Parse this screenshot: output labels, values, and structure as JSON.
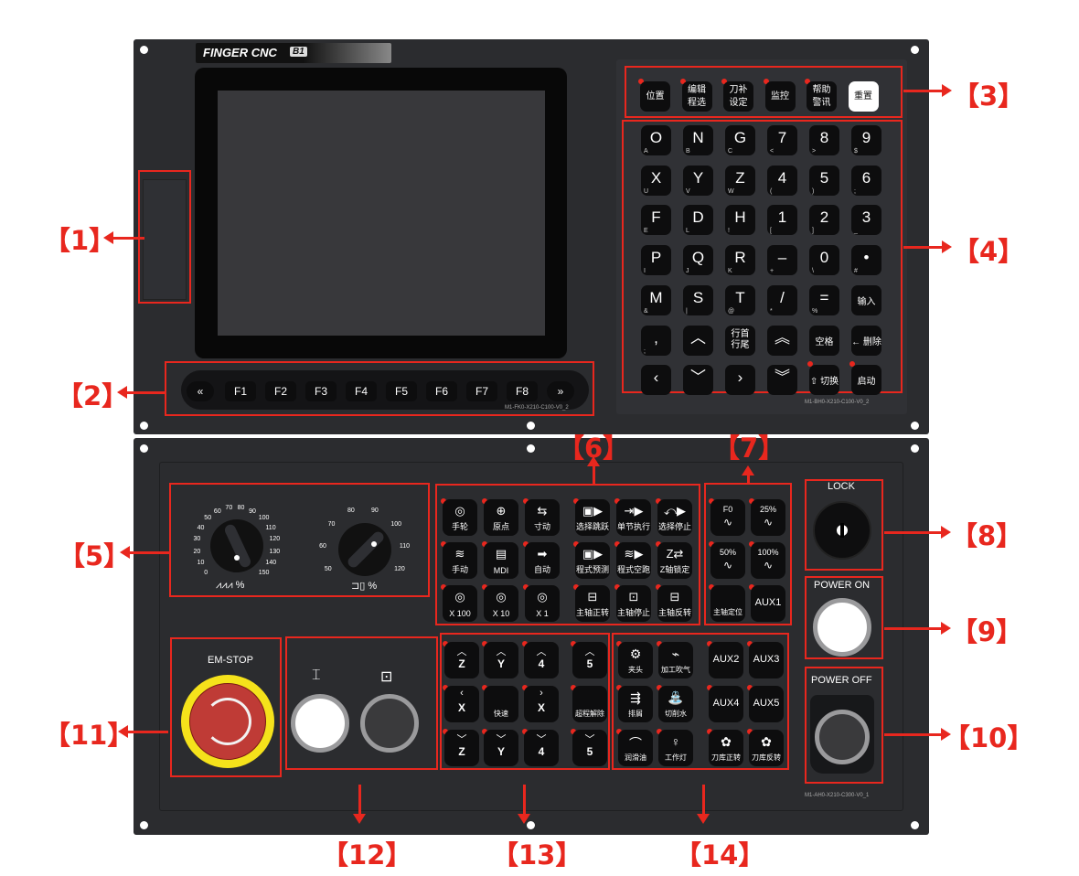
{
  "brand": {
    "name": "FINGER CNC",
    "model": "B1"
  },
  "callouts": [
    "【1】",
    "【2】",
    "【3】",
    "【4】",
    "【5】",
    "【6】",
    "【7】",
    "【8】",
    "【9】",
    "【10】",
    "【11】",
    "【12】",
    "【13】",
    "【14】"
  ],
  "softkeys": [
    "«",
    "F1",
    "F2",
    "F3",
    "F4",
    "F5",
    "F6",
    "F7",
    "F8",
    "»"
  ],
  "softkey_silk": "M1-FK0-X210-C100-V0_2",
  "mode_keys": [
    {
      "top": "位置",
      "bottom": ""
    },
    {
      "top": "编辑",
      "bottom": "程选"
    },
    {
      "top": "刀补",
      "bottom": "设定"
    },
    {
      "top": "监控",
      "bottom": ""
    },
    {
      "top": "帮助",
      "bottom": "警讯"
    },
    {
      "top": "重置",
      "bottom": ""
    }
  ],
  "keypad": [
    {
      "m": "O",
      "s": "A"
    },
    {
      "m": "N",
      "s": "B"
    },
    {
      "m": "G",
      "s": "C"
    },
    {
      "m": "7",
      "s": "<"
    },
    {
      "m": "8",
      "s": ">"
    },
    {
      "m": "9",
      "s": "$"
    },
    {
      "m": "X",
      "s": "U"
    },
    {
      "m": "Y",
      "s": "V"
    },
    {
      "m": "Z",
      "s": "W"
    },
    {
      "m": "4",
      "s": "("
    },
    {
      "m": "5",
      "s": ")"
    },
    {
      "m": "6",
      "s": ";"
    },
    {
      "m": "F",
      "s": "E"
    },
    {
      "m": "D",
      "s": "L"
    },
    {
      "m": "H",
      "s": "!"
    },
    {
      "m": "1",
      "s": "["
    },
    {
      "m": "2",
      "s": "]"
    },
    {
      "m": "3",
      "s": "_"
    },
    {
      "m": "P",
      "s": "I"
    },
    {
      "m": "Q",
      "s": "J"
    },
    {
      "m": "R",
      "s": "K"
    },
    {
      "m": "–",
      "s": "+"
    },
    {
      "m": "0",
      "s": "\\"
    },
    {
      "m": "•",
      "s": "#"
    },
    {
      "m": "M",
      "s": "&"
    },
    {
      "m": "S",
      "s": "|"
    },
    {
      "m": "T",
      "s": "@"
    },
    {
      "m": "/",
      "s": "*"
    },
    {
      "m": "=",
      "s": "%"
    },
    {
      "m": "输入",
      "s": ""
    },
    {
      "m": ",",
      "s": ";"
    },
    {
      "m": "︿",
      "s": ""
    },
    {
      "m": "行首\n行尾",
      "s": ""
    },
    {
      "m": "︽",
      "s": ""
    },
    {
      "m": "空格",
      "s": ""
    },
    {
      "m": "← 删除",
      "s": ""
    },
    {
      "m": "‹",
      "s": ""
    },
    {
      "m": "﹀",
      "s": ""
    },
    {
      "m": "›",
      "s": ""
    },
    {
      "m": "︾",
      "s": ""
    },
    {
      "m": "⇧ 切换",
      "s": ""
    },
    {
      "m": "启动",
      "s": ""
    }
  ],
  "keypad_silk": "M1-BH0-X210-C100-V0_2",
  "feed_dial": {
    "ticks": [
      "0",
      "10",
      "20",
      "30",
      "40",
      "50",
      "60",
      "70",
      "80",
      "90",
      "100",
      "110",
      "120",
      "130",
      "140",
      "150"
    ],
    "label": "%"
  },
  "spindle_dial": {
    "ticks": [
      "50",
      "60",
      "70",
      "80",
      "90",
      "100",
      "110",
      "120"
    ],
    "label": "%"
  },
  "mode_panel": [
    {
      "icon": "◎",
      "label": "手轮"
    },
    {
      "icon": "⊕",
      "label": "原点"
    },
    {
      "icon": "⇆",
      "label": "寸动"
    },
    {
      "icon": "▣▶",
      "label": "选择跳跃"
    },
    {
      "icon": "⇥▶",
      "label": "单节执行"
    },
    {
      "icon": "⤺▶",
      "label": "选择停止"
    },
    {
      "icon": "≋",
      "label": "手动"
    },
    {
      "icon": "▤",
      "label": "MDI"
    },
    {
      "icon": "➡",
      "label": "自动"
    },
    {
      "icon": "▣▶",
      "label": "程式预测"
    },
    {
      "icon": "≋▶",
      "label": "程式空跑"
    },
    {
      "icon": "Z⇄",
      "label": "Z轴锁定"
    },
    {
      "icon": "◎",
      "label": "X 100"
    },
    {
      "icon": "◎",
      "label": "X 10"
    },
    {
      "icon": "◎",
      "label": "X 1"
    },
    {
      "icon": "⊟",
      "label": "主轴正转"
    },
    {
      "icon": "⊡",
      "label": "主轴停止"
    },
    {
      "icon": "⊟",
      "label": "主轴反转"
    }
  ],
  "override_panel": [
    {
      "label": "F0"
    },
    {
      "label": "25%"
    },
    {
      "label": "50%"
    },
    {
      "label": "100%"
    },
    {
      "label": "主轴定位"
    },
    {
      "label": "AUX1"
    }
  ],
  "lock_label": "LOCK",
  "power_on_label": "POWER ON",
  "power_off_label": "POWER OFF",
  "power_silk": "M1-AH0-X210-C300-V0_1",
  "estop_label": "EM-STOP",
  "cycle_buttons": {
    "start_icon": "⌶",
    "hold_icon": "⊡"
  },
  "jog_keys": [
    {
      "icon": "Z",
      "dir": "up"
    },
    {
      "icon": "Y",
      "dir": "up"
    },
    {
      "icon": "4",
      "dir": "up"
    },
    {
      "icon": "5",
      "dir": "up"
    },
    {
      "icon": "X",
      "dir": "left"
    },
    {
      "icon": "快速",
      "dir": ""
    },
    {
      "icon": "X",
      "dir": "right"
    },
    {
      "icon": "超程解除",
      "dir": ""
    },
    {
      "icon": "Z",
      "dir": "down"
    },
    {
      "icon": "Y",
      "dir": "down"
    },
    {
      "icon": "4",
      "dir": "down"
    },
    {
      "icon": "5",
      "dir": "down"
    }
  ],
  "aux_keys": [
    {
      "label": "夹头"
    },
    {
      "label": "加工吹气"
    },
    {
      "label": "AUX2"
    },
    {
      "label": "AUX3"
    },
    {
      "label": "排屑"
    },
    {
      "label": "切削水"
    },
    {
      "label": "AUX4"
    },
    {
      "label": "AUX5"
    },
    {
      "label": "润滑油"
    },
    {
      "label": "工作灯"
    },
    {
      "label": "刀库正转"
    },
    {
      "label": "刀库反转"
    }
  ]
}
